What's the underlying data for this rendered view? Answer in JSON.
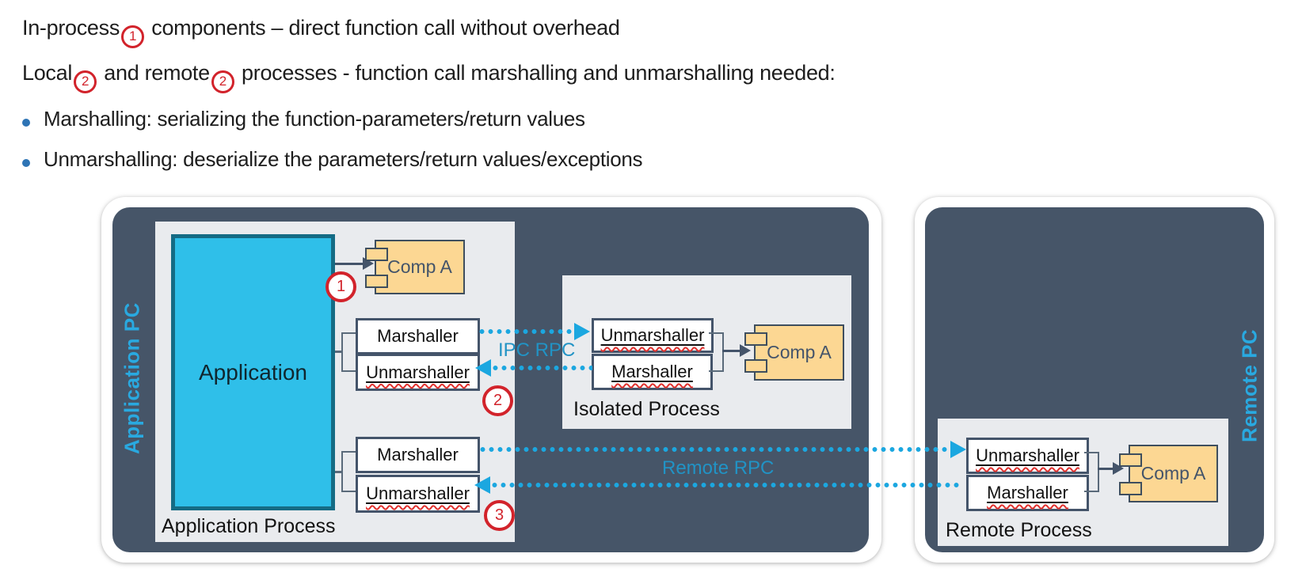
{
  "header": {
    "line1_pre": "In-process",
    "line1_badge": "1",
    "line1_post": " components – direct function call without overhead",
    "line2_pre": "Local",
    "line2_badge1": "2",
    "line2_mid": " and remote",
    "line2_badge2": "2",
    "line2_post": " processes - function call marshalling and unmarshalling needed:",
    "bullet1": "Marshalling: serializing the function-parameters/return values",
    "bullet2": "Unmarshalling: deserialize the parameters/return values/exceptions"
  },
  "diagram": {
    "application_pc": {
      "title": "Application PC"
    },
    "application_process": {
      "title": "Application Process",
      "application": "Application",
      "comp_a": "Comp A",
      "marshaller_ipc": "Marshaller",
      "unmarshaller_ipc": "Unmarshaller",
      "marshaller_remote": "Marshaller",
      "unmarshaller_remote": "Unmarshaller"
    },
    "isolated_process": {
      "title": "Isolated Process",
      "unmarshaller": "Unmarshaller",
      "marshaller": "Marshaller",
      "comp_a": "Comp A"
    },
    "remote_pc": {
      "title": "Remote PC"
    },
    "remote_process": {
      "title": "Remote Process",
      "unmarshaller": "Unmarshaller",
      "marshaller": "Marshaller",
      "comp_a": "Comp A"
    },
    "annotations": {
      "badge_inprocess": "1",
      "badge_ipc": "2",
      "badge_remote": "3",
      "ipc_rpc": "IPC RPC",
      "remote_rpc": "Remote RPC"
    }
  },
  "colors": {
    "accent_blue": "#1BA7E0",
    "vertical_label_blue": "#29A9E0",
    "rpc_label_blue": "#2193C5",
    "badge_red": "#D2232B",
    "dark_slate": "#465568",
    "light_panel": "#E9EBEE",
    "component_fill": "#FCD793",
    "application_fill": "#2FBFE9",
    "bullet_blue": "#2E74B5"
  }
}
